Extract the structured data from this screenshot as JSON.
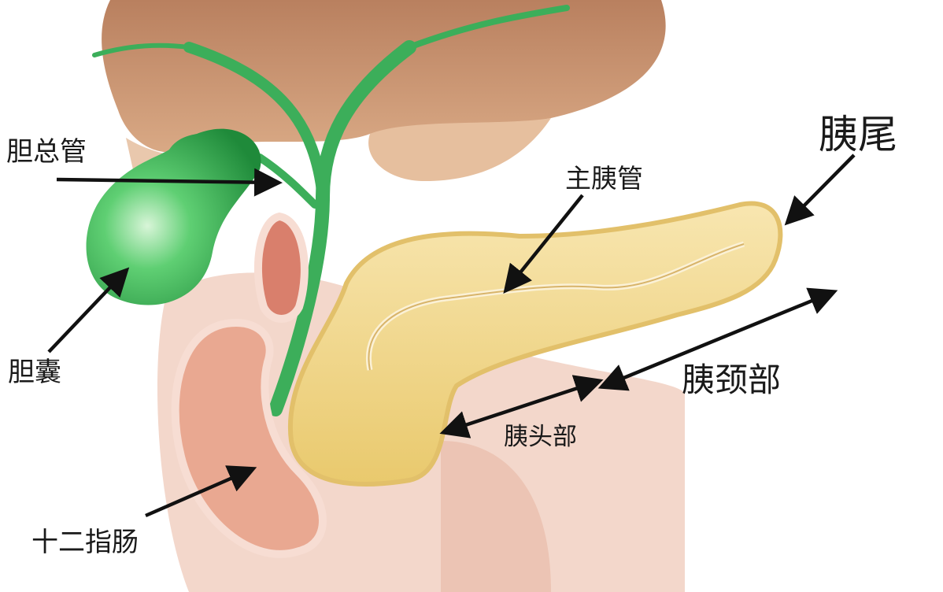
{
  "title": "胰腺解剖示意图",
  "labels": {
    "common_bile_duct": "胆总管",
    "gallbladder": "胆囊",
    "duodenum": "十二指肠",
    "main_pancreatic_duct": "主胰管",
    "pancreas_tail": "胰尾",
    "pancreas_neck": "胰颈部",
    "pancreas_head": "胰头部"
  },
  "colors": {
    "liver": "#c9926e",
    "gallbladder": "#3fb25a",
    "pancreas": "#f3d98f",
    "duodenum": "#e7a58f",
    "arrow": "#111111"
  }
}
